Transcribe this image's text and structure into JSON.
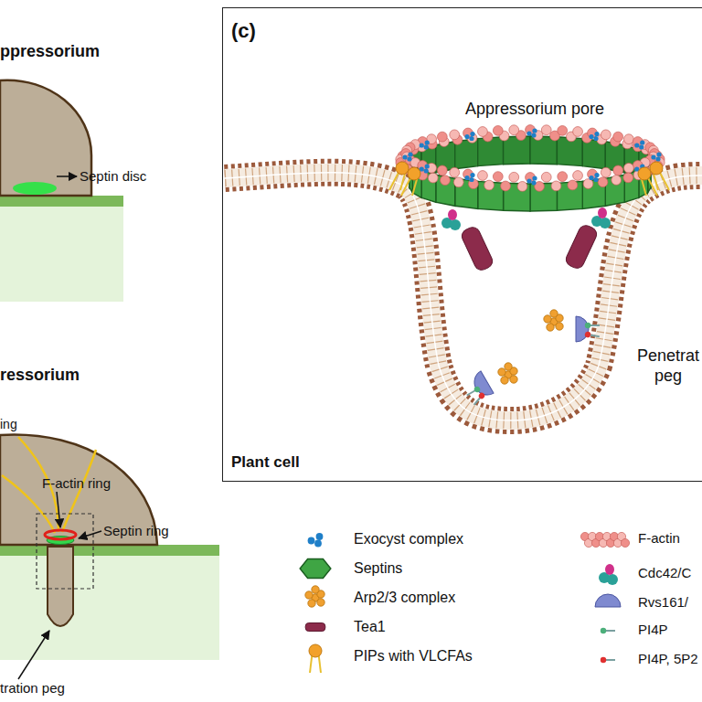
{
  "diagram": {
    "nodes": [
      {
        "text": [
          "(c)",
          "Appressorium pore",
          "Penetrat peg",
          "Plant cell"
        ]
      }
    ],
    "labels": [
      "ppressorium",
      "Septin disc",
      "ressorium",
      "ing",
      "F-actin ring",
      "Septin ring",
      "tration peg"
    ],
    "legend": [
      {
        "text": "Exocyst complex"
      },
      {
        "text": "Septins"
      },
      {
        "text": "Arp2/3 complex"
      },
      {
        "text": "Tea1"
      },
      {
        "text": "PIPs with VLCFAs"
      },
      {
        "text": "F-actin"
      },
      {
        "text": "Cdc42/C"
      },
      {
        "text": "Rvs161/"
      },
      {
        "text": "PI4P"
      },
      {
        "text": "PI4P, 5P2"
      }
    ]
  }
}
